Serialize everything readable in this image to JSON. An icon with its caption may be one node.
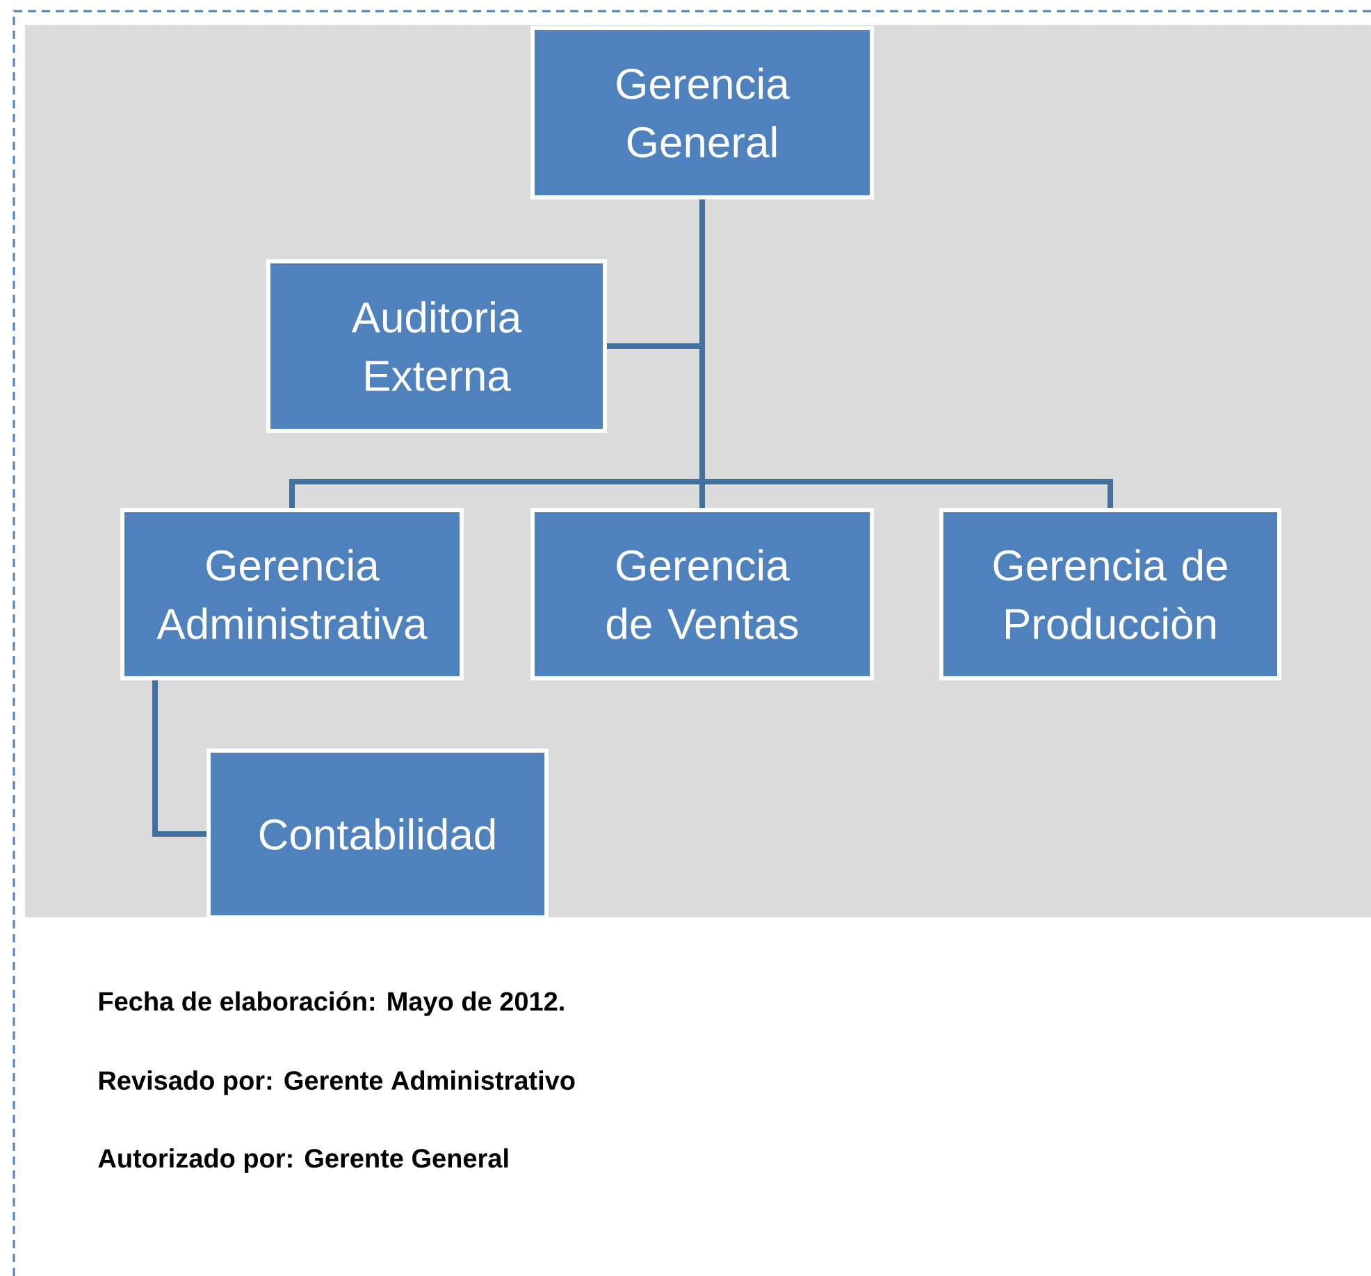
{
  "diagram": {
    "nodes": [
      {
        "text": [
          "Gerencia General"
        ]
      },
      {
        "text": [
          "Auditoria Externa"
        ]
      },
      {
        "text": [
          "Gerencia Administrativa"
        ]
      },
      {
        "text": [
          "Gerencia de Ventas"
        ]
      },
      {
        "text": [
          "Gerencia de Producciòn"
        ]
      },
      {
        "text": [
          "Contabilidad"
        ]
      }
    ],
    "edges": [
      {
        "from": 0,
        "to": 1,
        "arrow": "none"
      },
      {
        "from": 0,
        "to": 2,
        "arrow": "none"
      },
      {
        "from": 0,
        "to": 3,
        "arrow": "none"
      },
      {
        "from": 0,
        "to": 4,
        "arrow": "none"
      },
      {
        "from": 2,
        "to": 5,
        "arrow": "none"
      }
    ],
    "labels": [
      "Fecha de elaboración: Mayo de 2012.",
      "Revisado por: Gerente Administrativo",
      "Autorizado por: Gerente General"
    ]
  }
}
